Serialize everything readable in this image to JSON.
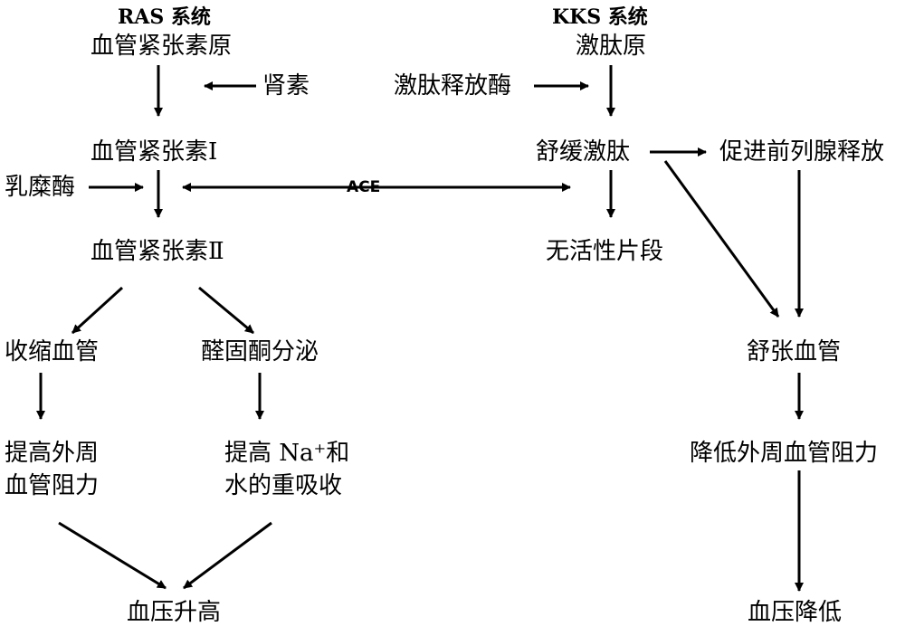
{
  "ras": {
    "system_title": "RAS 系统",
    "angiotensinogen": "血管紧张素原",
    "renin": "肾素",
    "angiotensin_1": "血管紧张素Ⅰ",
    "chymase": "乳糜酶",
    "angiotensin_2": "血管紧张素Ⅱ",
    "vasoconstriction": "收缩血管",
    "aldosterone": "醛固酮分泌",
    "resistance_line1": "提高外周",
    "resistance_line2": "血管阻力",
    "reabsorption_line1": "提高 Na⁺和",
    "reabsorption_line2": "水的重吸收",
    "bp_up": "血压升高"
  },
  "ace": "ACE",
  "kks": {
    "system_title": "KKS 系统",
    "kininogen": "激肽原",
    "kallikrein": "激肽释放酶",
    "bradykinin": "舒缓激肽",
    "prostaglandin": "促进前列腺释放",
    "inactive": "无活性片段",
    "vasodilation": "舒张血管",
    "lower_resistance": "降低外周血管阻力",
    "bp_down": "血压降低"
  }
}
